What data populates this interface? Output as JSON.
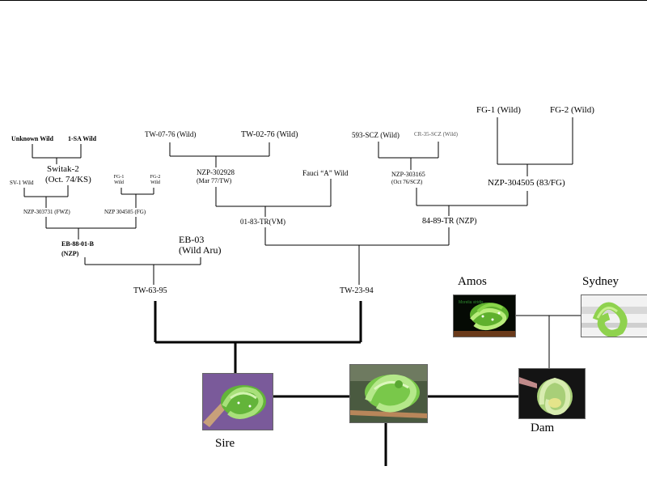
{
  "nodes": {
    "unknown_wild": "Unknown Wild",
    "sa1_wild": "1-SA Wild",
    "switak2_name": "Switak-2",
    "switak2_date": "(Oct. 74/KS)",
    "sv1_wild": "SV-1 Wild",
    "fg1_wild_small": "FG-1",
    "fg1_wild_small_sub": "Wild",
    "fg2_wild_small": "FG-2",
    "fg2_wild_small_sub": "Wild",
    "nzp303731": "NZP-303731 (FWZ)",
    "nzp304505_fg": "NZP 304505 (FG)",
    "eb8801b_name": "EB-88-01-B",
    "eb8801b_org": "(NZP)",
    "eb03_name": "EB-03",
    "eb03_origin": "(Wild Aru)",
    "tw6395": "TW-63-95",
    "tw0776": "TW-07-76 (Wild)",
    "tw0276": "TW-02-76 (Wild)",
    "nzp302928_name": "NZP-302928",
    "nzp302928_date": "(Mar 77/TW)",
    "fauci_a": "Fauci “A” Wild",
    "tr0183": "01-83-TR(VM)",
    "scz593": "593-SCZ (Wild)",
    "cr35scz": "CR-35-SCZ (Wild)",
    "nzp303165_name": "NZP-303165",
    "nzp303165_date": "(Oct 76/SCZ)",
    "fg1_wild": "FG-1 (Wild)",
    "fg2_wild": "FG-2 (Wild)",
    "nzp304505_83": "NZP-304505 (83/FG)",
    "tr8489": "84-89-TR (NZP)",
    "tw2394": "TW-23-94",
    "amos": "Amos",
    "sydney": "Sydney",
    "sire": "Sire",
    "dam": "Dam"
  },
  "photos": {
    "amos_caption": "Morelia viridis"
  },
  "colors": {
    "line": "#000000",
    "snake_green": "#7ccf3c",
    "snake_light": "#b8e58a",
    "bg_purple": "#8a6aa8",
    "branch_brown": "#9a6a3a"
  }
}
